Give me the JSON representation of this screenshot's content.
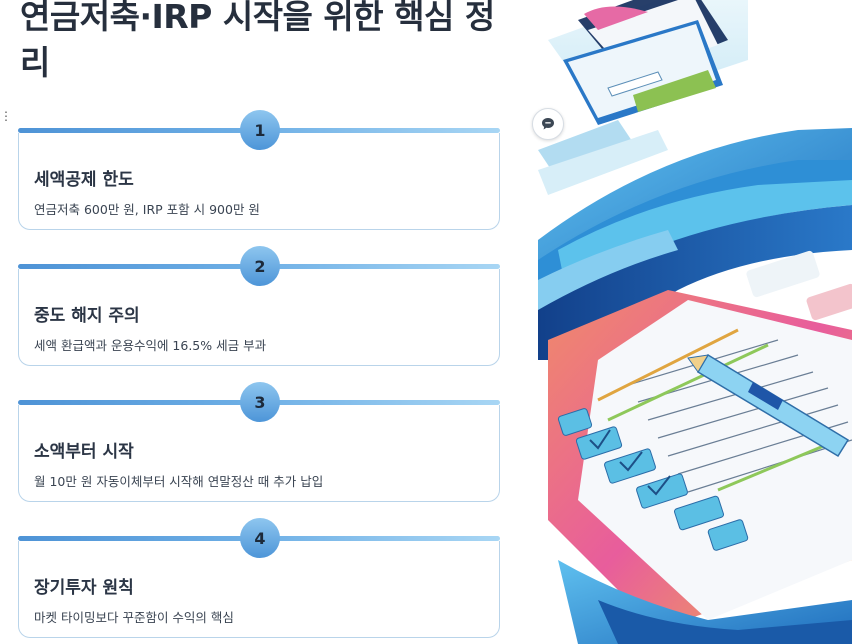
{
  "page": {
    "title": "연금저축·IRP 시작을 위한 핵심 정리"
  },
  "cards": [
    {
      "number": "1",
      "title": "세액공제 한도",
      "desc": "연금저축 600만 원, IRP 포함 시 900만 원"
    },
    {
      "number": "2",
      "title": "중도 해지 주의",
      "desc": "세액 환급액과 운용수익에 16.5% 세금 부과"
    },
    {
      "number": "3",
      "title": "소액부터 시작",
      "desc": "월 10만 원 자동이체부터 시작해 연말정산 때 추가 납입"
    },
    {
      "number": "4",
      "title": "장기투자 원칙",
      "desc": "마켓 타이밍보다 꾸준함이 수익의 핵심"
    }
  ],
  "icons": {
    "drag": "drag-handle-icon",
    "comment": "comment-icon"
  },
  "colors": {
    "accent": "#4e93d6",
    "accent_light": "#a8d6f4",
    "title": "#262f3d"
  }
}
